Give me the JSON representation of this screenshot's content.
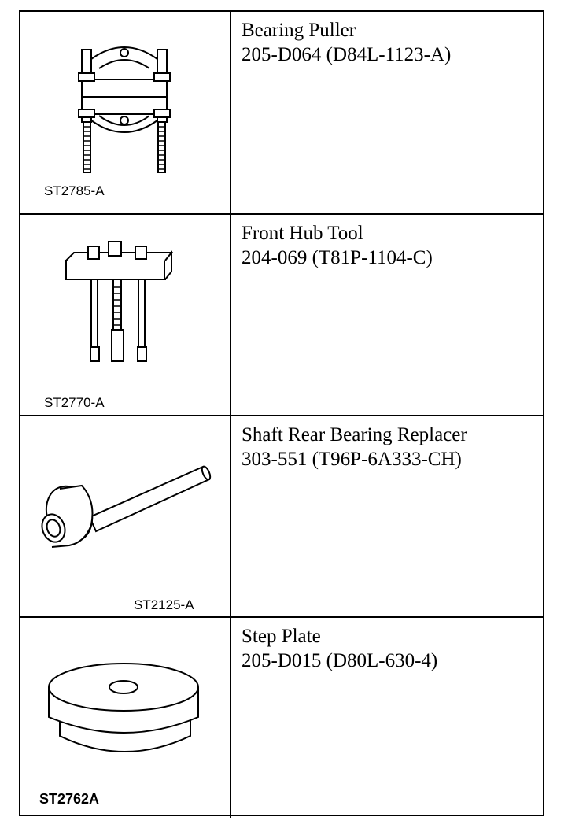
{
  "tools": [
    {
      "name": "Bearing Puller",
      "number": "205-D064 (D84L-1123-A)",
      "image_code": "ST2785-A",
      "icon": "bearing-puller-illustration"
    },
    {
      "name": "Front Hub Tool",
      "number": "204-069 (T81P-1104-C)",
      "image_code": "ST2770-A",
      "icon": "front-hub-tool-illustration"
    },
    {
      "name": "Shaft Rear Bearing Replacer",
      "number": "303-551 (T96P-6A333-CH)",
      "image_code": "ST2125-A",
      "icon": "bearing-replacer-illustration"
    },
    {
      "name": "Step Plate",
      "number": "205-D015 (D80L-630-4)",
      "image_code": "ST2762A",
      "icon": "step-plate-illustration"
    }
  ]
}
